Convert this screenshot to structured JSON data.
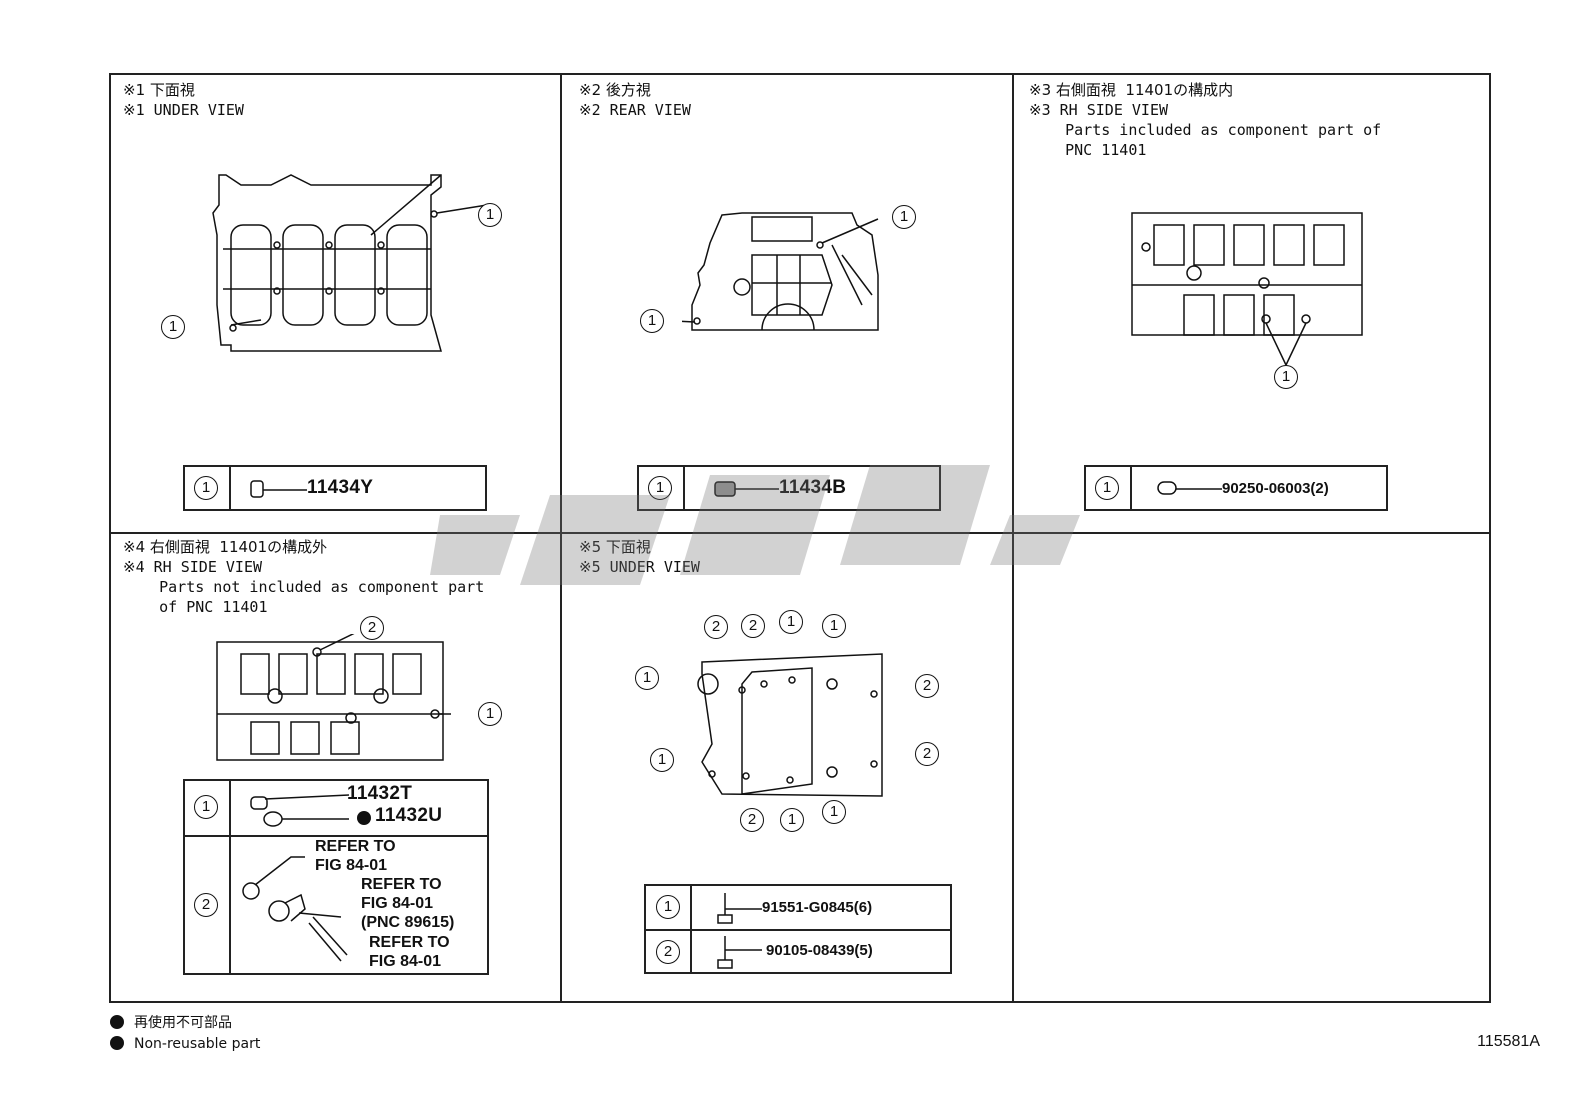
{
  "panels": [
    {
      "line1": "※1 下面視",
      "line2": "※1 UNDER VIEW",
      "table": [
        {
          "ref": "1",
          "part": "11434Y"
        }
      ]
    },
    {
      "line1": "※2 後方視",
      "line2": "※2 REAR VIEW",
      "table": [
        {
          "ref": "1",
          "part": "11434B"
        }
      ]
    },
    {
      "line1": "※3 右側面視  11401の構成内",
      "line2": "※3 RH SIDE VIEW",
      "note": "    Parts included as component part of\n    PNC 11401",
      "table": [
        {
          "ref": "1",
          "part": "90250-06003(2)"
        }
      ]
    },
    {
      "line1": "※4 右側面視  11401の構成外",
      "line2": "※4 RH SIDE VIEW",
      "note": "    Parts not included as component part\n    of PNC 11401",
      "table": [
        {
          "ref": "1",
          "part_a": "11432T",
          "part_b": "11432U"
        },
        {
          "ref": "2",
          "refer_a": "REFER TO\nFIG 84-01",
          "refer_b": "REFER TO\nFIG 84-01\n(PNC 89615)",
          "refer_c": "REFER TO\nFIG 84-01"
        }
      ]
    },
    {
      "line1": "※5 下面視",
      "line2": "※5 UNDER VIEW",
      "table": [
        {
          "ref": "1",
          "part": "91551-G0845(6)"
        },
        {
          "ref": "2",
          "part": "90105-08439(5)"
        }
      ]
    }
  ],
  "callouts": {
    "one": "1",
    "two": "2"
  },
  "legend": {
    "jp": "再使用不可部品",
    "en": "Non-reusable part"
  },
  "figure_code": "115581A"
}
